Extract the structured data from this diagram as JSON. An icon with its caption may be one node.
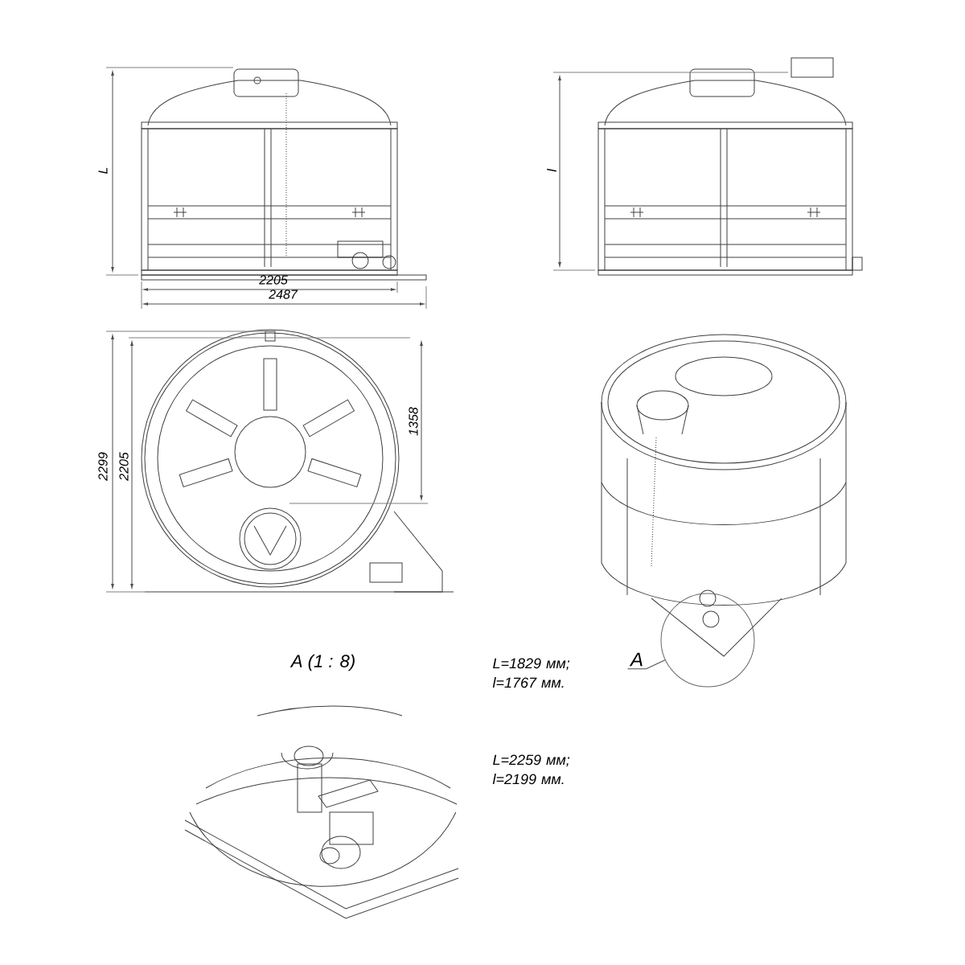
{
  "diagram": {
    "nodes": [
      {
        "text": [
          "A"
        ]
      },
      {
        "text": [],
        "shape": "circle"
      }
    ],
    "edges": [
      {
        "from": 0,
        "to": 1,
        "arrow": "none"
      }
    ],
    "labels": [
      "L",
      "2205",
      "2487",
      "l",
      "2299",
      "2205",
      "1358",
      "A (1 : 8)",
      "L=1829 мм; l=1767 мм.",
      "L=2259 мм; l=2199 мм."
    ]
  }
}
